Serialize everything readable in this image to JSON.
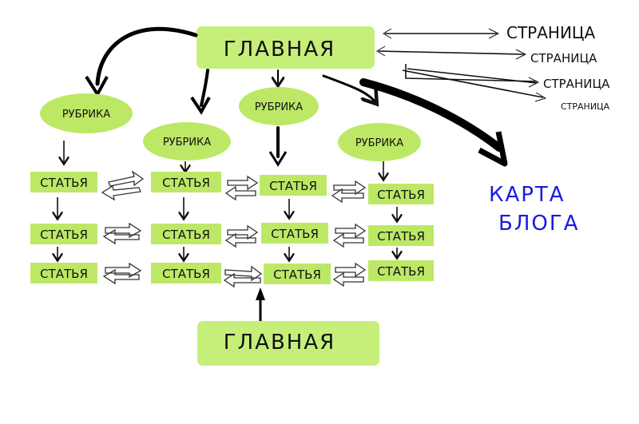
{
  "main_top": "ГЛАВНАЯ",
  "main_bottom": "ГЛАВНАЯ",
  "rubric": "РУБРИКА",
  "article": "СТАТЬЯ",
  "pages": [
    "СТРАНИЦА",
    "СТРАНИЦА",
    "СТРАНИЦА",
    "СТРАНИЦА"
  ],
  "sitemap": [
    "КАРТА",
    "БЛОГА"
  ],
  "colors": {
    "box": "#bde866",
    "text": "#111111",
    "sitemap": "#1a1ae0"
  }
}
